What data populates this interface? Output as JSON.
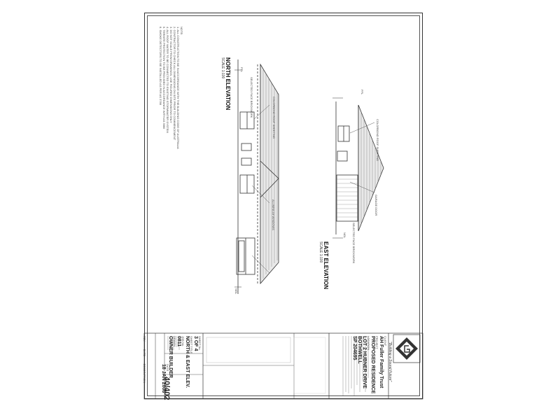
{
  "notes": {
    "heading": "NOTE:",
    "lines": [
      "1. ALL CONSTRUCTION TO BE IN ACCORDANCE WITH THE BUILDING CODE OF AUSTRALIA",
      "2. CONTRACTOR TO CHECK ALL DIMENSIONS ON SITE PRIOR TO COMMENCEMENT",
      "3. DO NOT SCALE FROM DRAWINGS, USE FIGURED DIMENSIONS ONLY",
      "4. ALL ROOF WATER TO BE CONNECTED TO EXISTING STORMWATER SYSTEM",
      "5. TERMITE PROTECTION TO BE PROVIDED IN ACCORDANCE WITH AS 3660",
      "6. SMOKE DETECTORS TO BE INSTALLED AS PER AS 3786"
    ]
  },
  "north_elevation": {
    "title": "NORTH ELEVATION",
    "scale": "SCALE 1:100",
    "labels": [
      "COLORBOND ROOF SHEETING",
      "SELECTED FACE BRICKWORK",
      "ALUMINIUM WINDOWS",
      "FFL",
      "NGL"
    ]
  },
  "east_elevation": {
    "title": "EAST ELEVATION",
    "scale": "SCALE 1:100",
    "labels": [
      "COLORBOND ROOF SHEETING",
      "SELECTED FACE BRICKWORK",
      "GARAGE DOOR",
      "FFL",
      "NGL"
    ]
  },
  "title_block": {
    "logo_tagline": "\"Building a Sound Future\"",
    "client_label": "CLIENT",
    "client": "AH Fuller Family Trust",
    "project_label": "PROJECT",
    "project": "PROPOSED RESIDENCE",
    "location_label": "LOCATION",
    "address": "LOT 2 HUBNER DRIVE",
    "suburb": "BOTHWELL",
    "plan": "SP 204695",
    "sheet_title_label": "SHEET TITLE",
    "sheet_title": "NORTH & EAST ELEV.",
    "sheet_no_label": "SHEET No.",
    "sheet_no": "3 OF 4",
    "drawn_label": "DRAWN",
    "drawn": "OWNER BUILDER",
    "job_label": "JOB No.",
    "job": "0811",
    "date_label": "DATE",
    "date": "18 JAN 2008",
    "drawing_no": "40/402",
    "rev_labels": [
      "REV",
      "DATE",
      "DESCRIPTION"
    ]
  }
}
